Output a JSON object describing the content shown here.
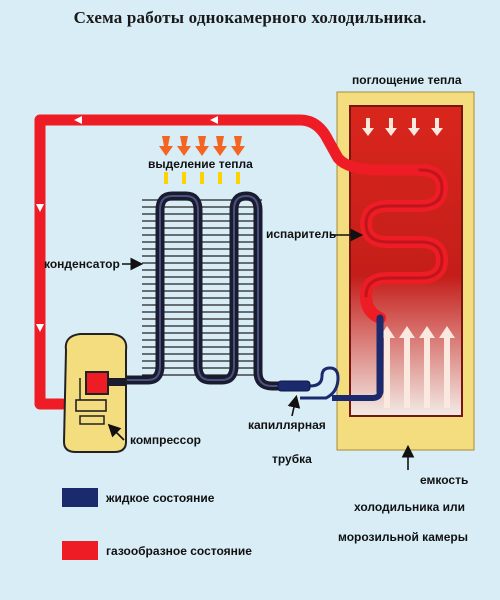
{
  "title": "Схема работы однокамерного холодильника.",
  "labels": {
    "heat_absorption": "поглощение тепла",
    "heat_release": "выделение тепла",
    "condenser": "конденсатор",
    "evaporator": "испаритель",
    "compressor": "компрессор",
    "capillary_line1": "капиллярная",
    "capillary_line2": "трубка",
    "chamber_line1": "емкость",
    "chamber_line2": "холодильника или",
    "chamber_line3": "морозильной камеры"
  },
  "legend": [
    {
      "label": "жидкое состояние",
      "color": "#1a2a6c"
    },
    {
      "label": "газообразное состояние",
      "color": "#ee1c24"
    }
  ],
  "colors": {
    "gas": "#ee1c24",
    "liquid": "#1a2a6c",
    "chamber_frame": "#f4dd7e",
    "chamber_inner": "#d9261c",
    "compressor_body": "#f4dd7e",
    "heat_arrow": "#f26522"
  }
}
